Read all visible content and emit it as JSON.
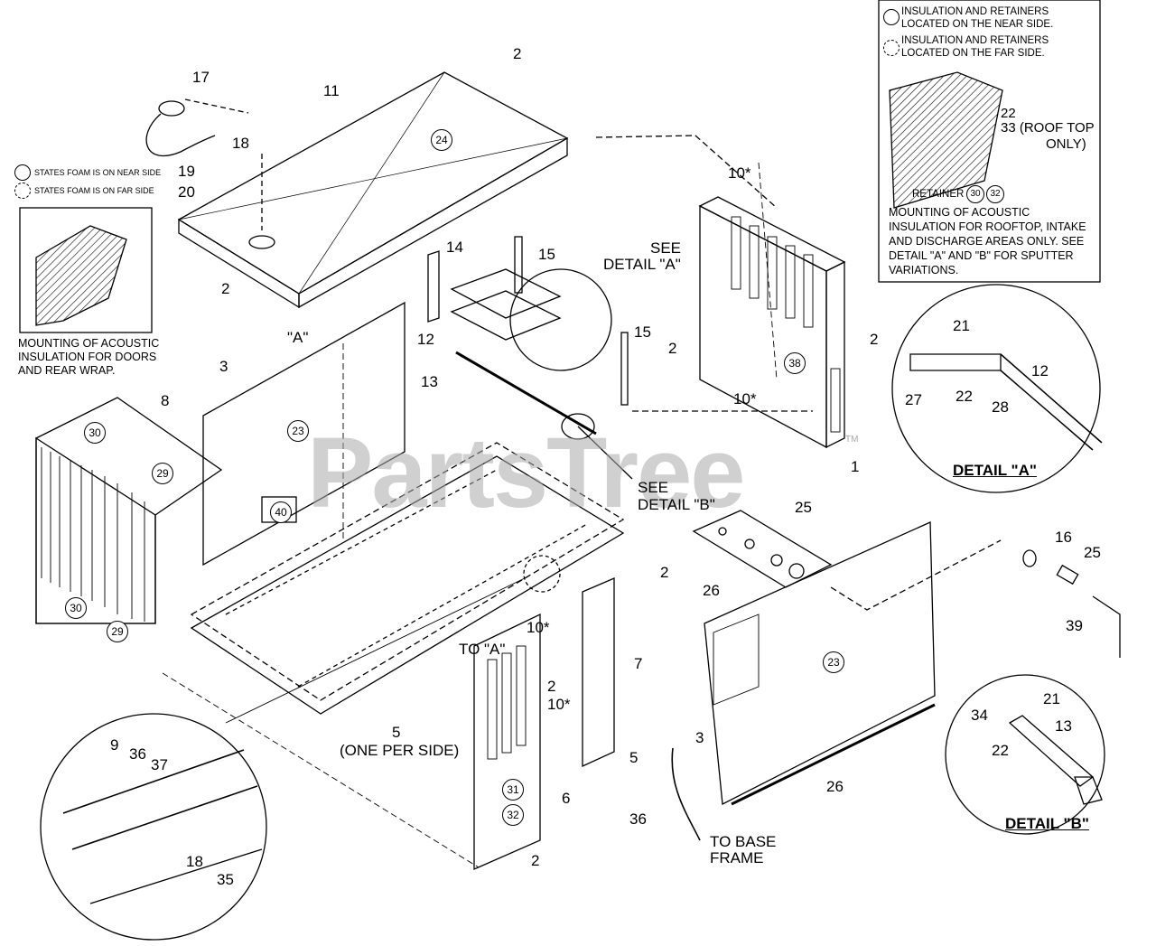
{
  "watermark": "PartsTree",
  "watermark_tm": "TM",
  "legend_left": {
    "near": "STATES FOAM IS ON NEAR SIDE",
    "far": "STATES FOAM IS ON FAR SIDE"
  },
  "legend_right": {
    "near_l1": "INSULATION AND RETAINERS",
    "near_l2": "LOCATED ON THE NEAR SIDE.",
    "far_l1": "INSULATION AND RETAINERS",
    "far_l2": "LOCATED ON THE FAR SIDE.",
    "callout_22": "22",
    "callout_33_l1": "33 (ROOF TOP",
    "callout_33_l2": "ONLY)",
    "retainer": "RETAINER",
    "retainer_c1": "30",
    "retainer_c2": "32",
    "mount_l1": "MOUNTING OF ACOUSTIC",
    "mount_l2": "INSULATION FOR ROOFTOP, INTAKE",
    "mount_l3": "AND DISCHARGE AREAS ONLY. SEE",
    "mount_l4": "DETAIL \"A\" AND \"B\" FOR SPUTTER",
    "mount_l5": "VARIATIONS."
  },
  "left_caption": {
    "l1": "MOUNTING OF ACOUSTIC",
    "l2": "INSULATION FOR DOORS",
    "l3": "AND REAR WRAP."
  },
  "detail_a": {
    "title": "DETAIL \"A\"",
    "n21": "21",
    "n12": "12",
    "n27": "27",
    "n22": "22",
    "n28": "28"
  },
  "detail_b": {
    "title": "DETAIL \"B\"",
    "n34": "34",
    "n21": "21",
    "n13": "13",
    "n22": "22"
  },
  "notes": {
    "see_a_l1": "SEE",
    "see_a_l2": "DETAIL \"A\"",
    "see_b_l1": "SEE",
    "see_b_l2": "DETAIL \"B\"",
    "a_ref": "\"A\"",
    "to_a": "TO \"A\"",
    "one_per_side": "(ONE PER SIDE)",
    "to_base_l1": "TO BASE",
    "to_base_l2": "FRAME"
  },
  "callouts": {
    "c17": "17",
    "c11": "11",
    "c2_top": "2",
    "c18": "18",
    "c19": "19",
    "c20": "20",
    "c10s_top": "10*",
    "c14": "14",
    "c15a": "15",
    "c15b": "15",
    "c2_left": "2",
    "c12": "12",
    "c13": "13",
    "c2_mid": "2",
    "c2_right": "2",
    "c3_left": "3",
    "c8": "8",
    "c10s_mid": "10*",
    "c1": "1",
    "c25a": "25",
    "c2_base": "2",
    "c26a": "26",
    "c16": "16",
    "c25b": "25",
    "c39": "39",
    "c10s_low": "10*",
    "c7": "7",
    "c2_low": "2",
    "c10s_low2": "10*",
    "c5a": "5",
    "c5b": "5",
    "c3_right": "3",
    "c6": "6",
    "c26b": "26",
    "c36a": "36",
    "c2_bottom": "2",
    "c9": "9",
    "c36b": "36",
    "c37": "37",
    "c18b": "18",
    "c35": "35"
  },
  "part_circles": {
    "p24": "24",
    "p38": "38",
    "p23a": "23",
    "p30a": "30",
    "p29a": "29",
    "p40": "40",
    "p30b": "30",
    "p29b": "29",
    "p23b": "23",
    "p31": "31",
    "p32": "32"
  }
}
